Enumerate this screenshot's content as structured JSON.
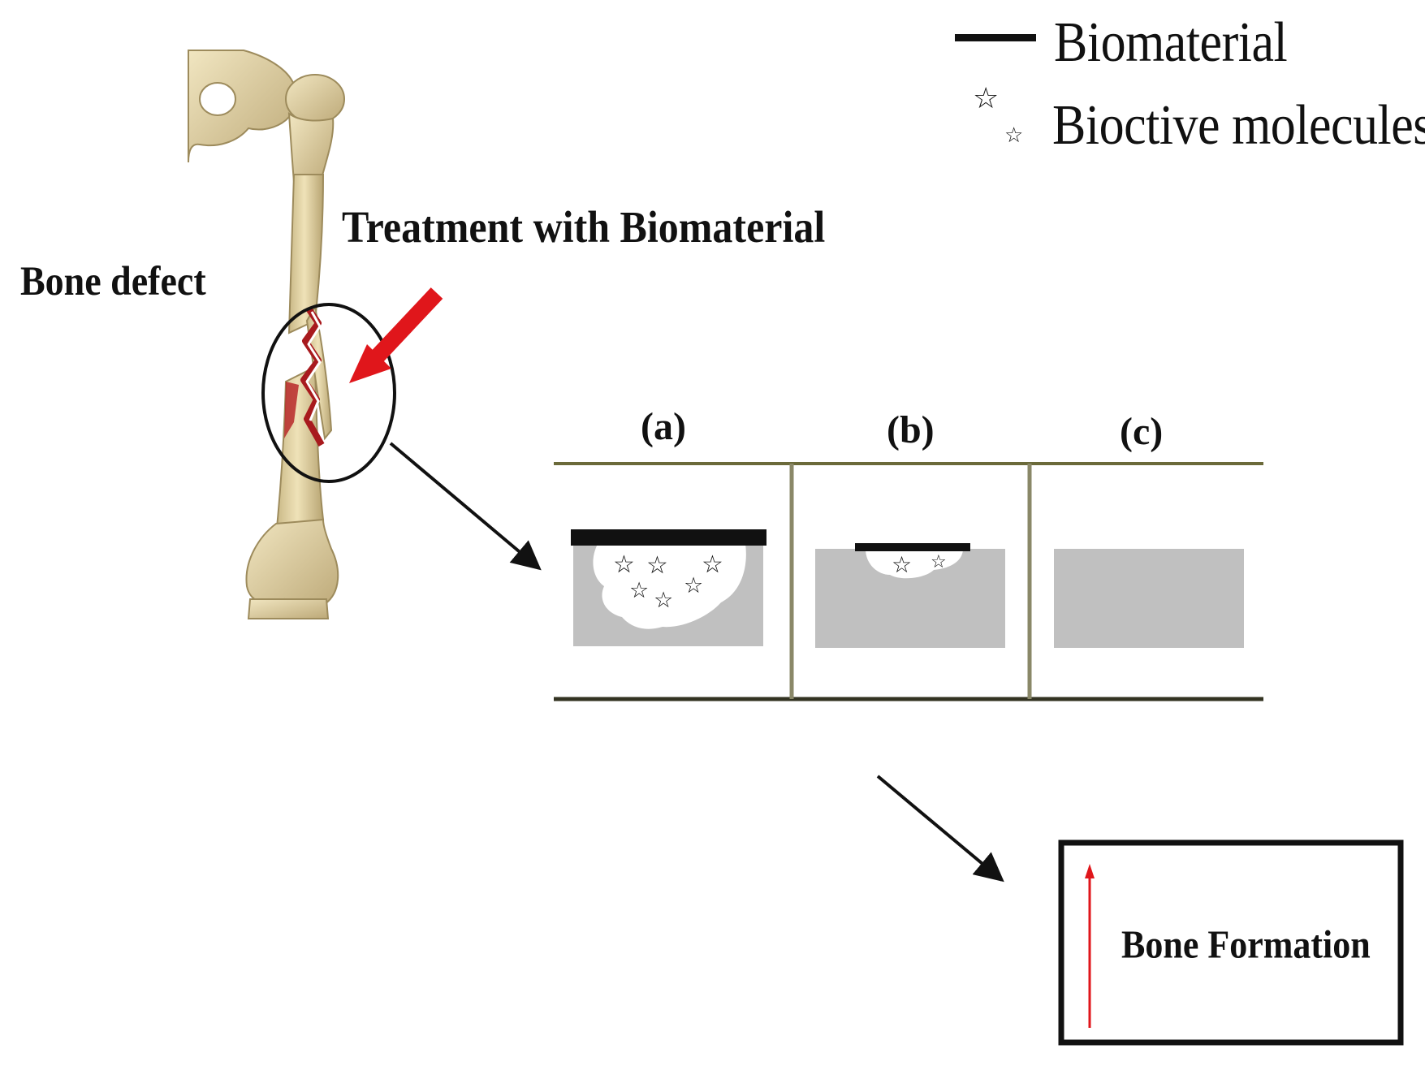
{
  "legend": {
    "biomaterial_label": "Biomaterial",
    "bioactive_label": "Bioctive molecules"
  },
  "labels": {
    "treatment": "Treatment with Biomaterial",
    "bone_defect": "Bone defect",
    "outcome": "Bone Formation"
  },
  "panels": [
    {
      "label": "(a)"
    },
    {
      "label": "(b)"
    },
    {
      "label": "(c)"
    }
  ],
  "icons": {
    "star": "☆",
    "femur": "femur-bone-illustration",
    "fracture": "fracture-line",
    "red_arrow": "red-arrow-icon",
    "up_arrow": "red-up-arrow-icon"
  },
  "colors": {
    "bone": "#e3d3a2",
    "bone_shadow": "#b9a779",
    "fracture_red": "#a81a1e",
    "arrow_red": "#e0161b",
    "defect_gray": "#c0c0c0",
    "panel_line": "#6b6a3a",
    "ink": "#111111"
  }
}
